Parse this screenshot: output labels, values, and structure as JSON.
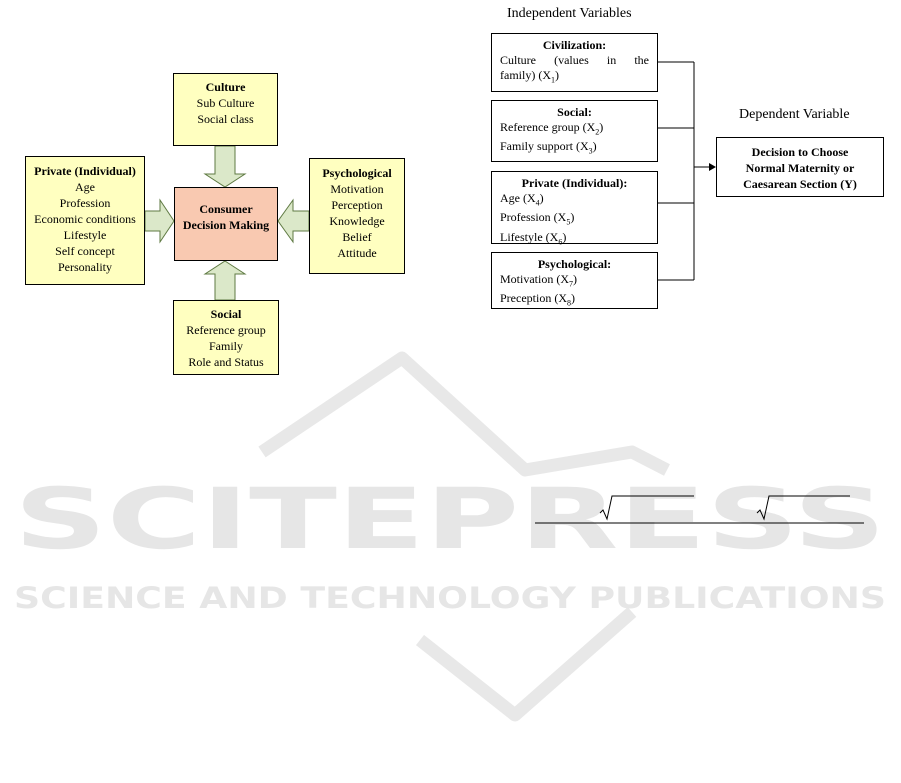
{
  "left_diagram": {
    "center": {
      "lines": [
        "Consumer",
        "Decision Making"
      ]
    },
    "culture": {
      "title": "Culture",
      "items": [
        "Sub Culture",
        "Social class"
      ]
    },
    "private": {
      "title": "Private (Individual)",
      "items": [
        "Age",
        "Profession",
        "Economic conditions",
        "Lifestyle",
        "Self concept",
        "Personality"
      ]
    },
    "psychological": {
      "title": "Psychological",
      "items": [
        "Motivation",
        "Perception",
        "Knowledge",
        "Belief",
        "Attitude"
      ]
    },
    "social": {
      "title": "Social",
      "items": [
        "Reference group",
        "Family",
        "Role and Status"
      ]
    }
  },
  "right_diagram": {
    "independent_header": "Independent Variables",
    "dependent_header": "Dependent Variable",
    "groups": [
      {
        "title": "Civilization:",
        "items": [
          {
            "text": "Culture (values in the",
            "sub": ""
          },
          {
            "text": "family) (X",
            "sub": "1",
            "after": ")"
          }
        ]
      },
      {
        "title": "Social:",
        "items": [
          {
            "text": "Reference group (X",
            "sub": "2",
            "after": ")"
          },
          {
            "text": "Family support (X",
            "sub": "3",
            "after": ")"
          }
        ]
      },
      {
        "title": "Private (Individual):",
        "items": [
          {
            "text": "Age (X",
            "sub": "4",
            "after": ")"
          },
          {
            "text": "Profession (X",
            "sub": "5",
            "after": ")"
          },
          {
            "text": "Lifestyle (X",
            "sub": "6",
            "after": ")"
          }
        ]
      },
      {
        "title": "Psychological:",
        "items": [
          {
            "text": "Motivation (X",
            "sub": "7",
            "after": ")"
          },
          {
            "text": "Preception (X",
            "sub": "8",
            "after": ")"
          }
        ]
      }
    ],
    "dependent": {
      "lines": [
        "Decision to Choose",
        "Normal Maternity or",
        "Caesarean Section (Y)"
      ]
    }
  },
  "watermark": {
    "main": "SCITEPRESS",
    "sub": "SCIENCE AND TECHNOLOGY PUBLICATIONS",
    "color": "#e6e6e6"
  },
  "colors": {
    "factor_fill": "#ffffc0",
    "center_fill": "#f9c9b1",
    "arrow_fill": "#dbe8c9",
    "arrow_stroke": "#5f7a43"
  }
}
